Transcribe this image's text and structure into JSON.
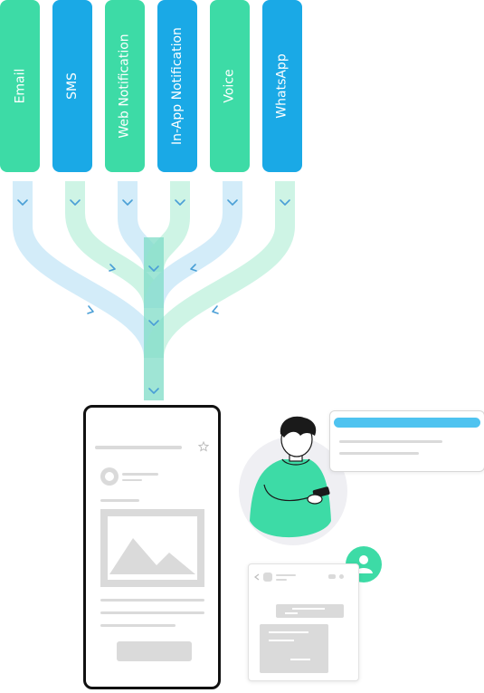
{
  "channels": [
    {
      "label": "Email",
      "color": "#3ddba6"
    },
    {
      "label": "SMS",
      "color": "#1aa9e6"
    },
    {
      "label": "Web Notification",
      "color": "#3ddba6"
    },
    {
      "label": "In-App Notification",
      "color": "#1aa9e6"
    },
    {
      "label": "Voice",
      "color": "#3ddba6"
    },
    {
      "label": "WhatsApp",
      "color": "#1aa9e6"
    }
  ],
  "colors": {
    "flow_blue": "#cfeaf9",
    "flow_green": "#c9f3e3",
    "flow_trunk": "#7fdcc7",
    "arrow": "#4a9fd6",
    "notification_bar": "#4fc3f0",
    "avatar_badge": "#3ddba6"
  },
  "icons": {
    "star": "star-icon",
    "back": "chevron-left-icon",
    "user": "user-icon",
    "image": "image-placeholder-icon"
  }
}
